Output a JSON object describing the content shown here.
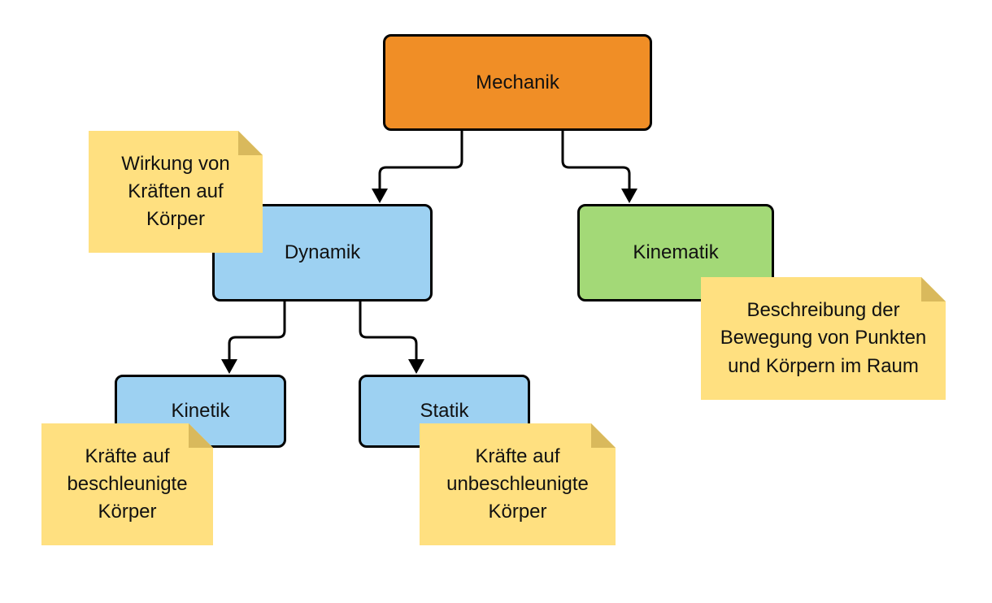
{
  "nodes": {
    "mechanik": {
      "label": "Mechanik",
      "color": "#F08E26"
    },
    "dynamik": {
      "label": "Dynamik",
      "color": "#9DD1F2"
    },
    "kinematik": {
      "label": "Kinematik",
      "color": "#A3D977"
    },
    "kinetik": {
      "label": "Kinetik",
      "color": "#9DD1F2"
    },
    "statik": {
      "label": "Statik",
      "color": "#9DD1F2"
    }
  },
  "notes": {
    "dynamik": {
      "text": "Wirkung von\nKräften auf\nKörper"
    },
    "kinematik": {
      "text": "Beschreibung der\nBewegung von Punkten\nund Körpern im Raum"
    },
    "kinetik": {
      "text": "Kräfte auf\nbeschleunigte\nKörper"
    },
    "statik": {
      "text": "Kräfte auf\nunbeschleunigte\nKörper"
    }
  },
  "edges": [
    {
      "from": "mechanik",
      "to": "dynamik"
    },
    {
      "from": "mechanik",
      "to": "kinematik"
    },
    {
      "from": "dynamik",
      "to": "kinetik"
    },
    {
      "from": "dynamik",
      "to": "statik"
    }
  ],
  "colors": {
    "note_fill": "#FFE080",
    "note_fold": "#D9B95C",
    "outline": "#000000"
  }
}
